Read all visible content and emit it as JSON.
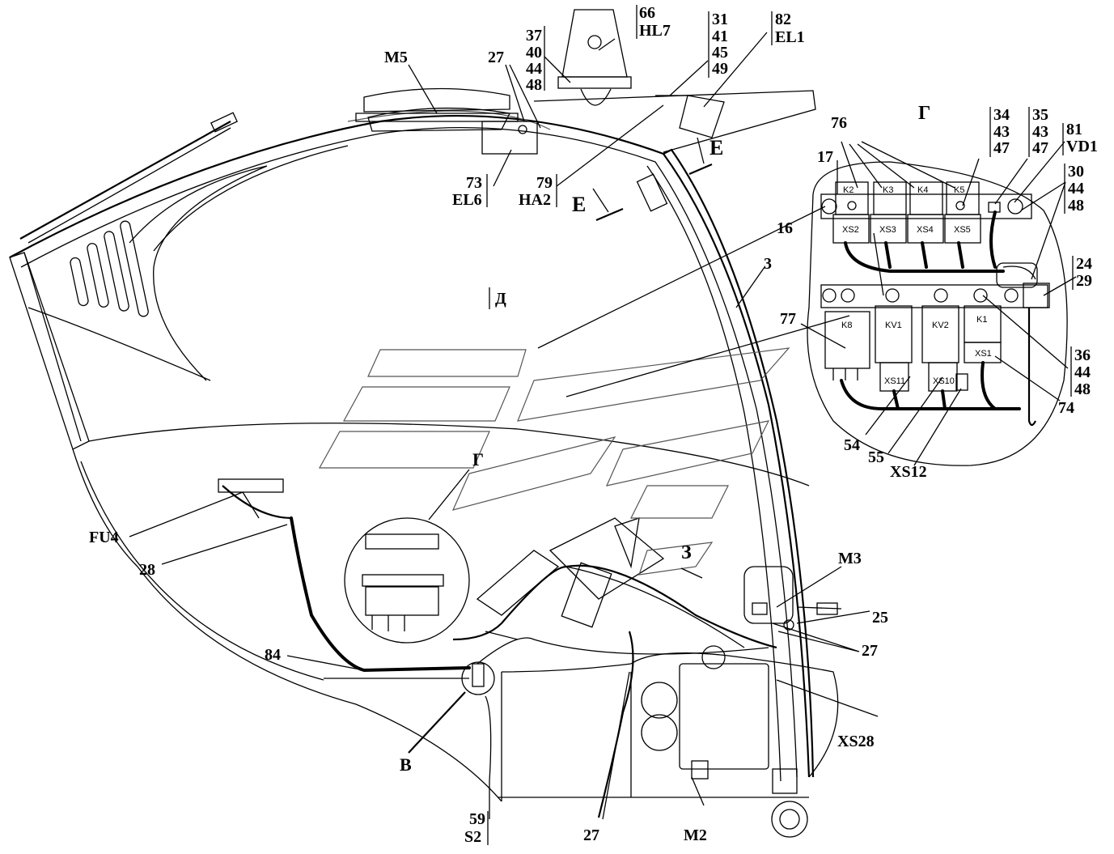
{
  "labels": {
    "M5": "M5",
    "n27_top": "27",
    "n73_EL6": [
      "73",
      "EL6"
    ],
    "n79_HA2": [
      "79",
      "HA2"
    ],
    "n37_group": [
      "37",
      "40",
      "44",
      "48"
    ],
    "n66_HL7": [
      "66",
      "HL7"
    ],
    "n31_group": [
      "31",
      "41",
      "45",
      "49"
    ],
    "n82_EL1": [
      "82",
      "EL1"
    ],
    "E_top": "Е",
    "E_mid": "Е",
    "D_arrow": "Д",
    "G_detail": "Г",
    "n17": "17",
    "n16": "16",
    "n3": "3",
    "n77": "77",
    "n76": "76",
    "n34_group": [
      "34",
      "43",
      "47"
    ],
    "n35_group": [
      "35",
      "43",
      "47"
    ],
    "n81_VD1": [
      "81",
      "VD1"
    ],
    "n30_group": [
      "30",
      "44",
      "48"
    ],
    "n24_group": [
      "24",
      "29"
    ],
    "n36_group": [
      "36",
      "44",
      "48"
    ],
    "n74": "74",
    "n54": "54",
    "n55": "55",
    "XS12": "XS12",
    "G_callout": "Г",
    "Z_arrow": "З",
    "M3": "M3",
    "n25": "25",
    "n27_right": "27",
    "XS28": "XS28",
    "FU4": "FU4",
    "n28": "28",
    "n84": "84",
    "V": "В",
    "n59_S2": [
      "59",
      "S2"
    ],
    "n27_bottom": "27",
    "M2": "M2"
  },
  "components": {
    "relays_top": [
      "K2",
      "K3",
      "K4",
      "K5"
    ],
    "sockets_top": [
      "XS2",
      "XS3",
      "XS4",
      "XS5"
    ],
    "relays_bottom": [
      "K8",
      "KV1",
      "KV2",
      "K1"
    ],
    "sockets_bottom": [
      "XS11",
      "XS10",
      "XS1"
    ]
  }
}
